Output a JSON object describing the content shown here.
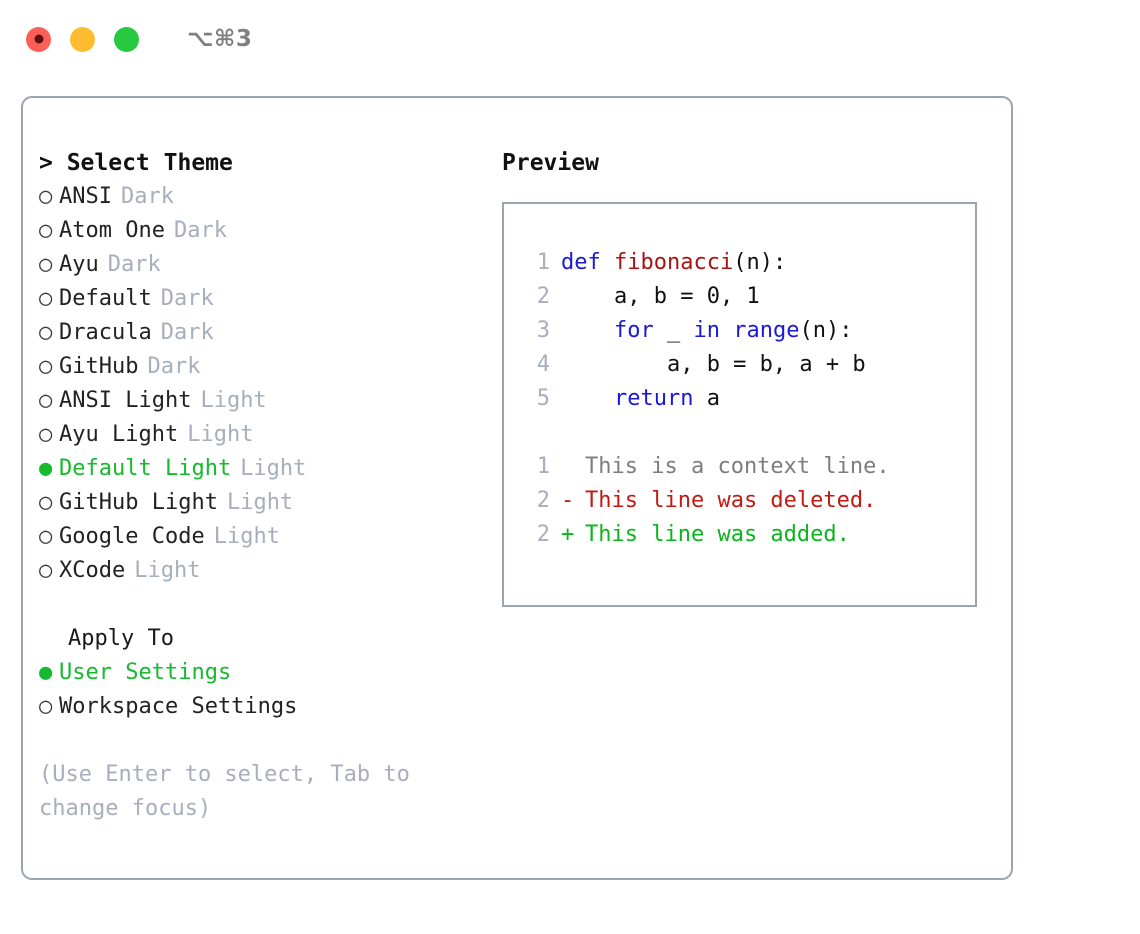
{
  "window": {
    "title": "⌥⌘3",
    "controls": [
      {
        "name": "close",
        "color": "#fc5f58"
      },
      {
        "name": "minimize",
        "color": "#fdbc2d"
      },
      {
        "name": "maximize",
        "color": "#27c93f"
      }
    ]
  },
  "theme_picker": {
    "heading": "> Select Theme",
    "items": [
      {
        "bullet": "○",
        "name": "ANSI",
        "kind": "Dark",
        "selected": false
      },
      {
        "bullet": "○",
        "name": "Atom One",
        "kind": "Dark",
        "selected": false
      },
      {
        "bullet": "○",
        "name": "Ayu",
        "kind": "Dark",
        "selected": false
      },
      {
        "bullet": "○",
        "name": "Default",
        "kind": "Dark",
        "selected": false
      },
      {
        "bullet": "○",
        "name": "Dracula",
        "kind": "Dark",
        "selected": false
      },
      {
        "bullet": "○",
        "name": "GitHub",
        "kind": "Dark",
        "selected": false
      },
      {
        "bullet": "○",
        "name": "ANSI Light",
        "kind": "Light",
        "selected": false
      },
      {
        "bullet": "○",
        "name": "Ayu Light",
        "kind": "Light",
        "selected": false
      },
      {
        "bullet": "●",
        "name": "Default Light",
        "kind": "Light",
        "selected": true
      },
      {
        "bullet": "○",
        "name": "GitHub Light",
        "kind": "Light",
        "selected": false
      },
      {
        "bullet": "○",
        "name": "Google Code",
        "kind": "Light",
        "selected": false
      },
      {
        "bullet": "○",
        "name": "XCode",
        "kind": "Light",
        "selected": false
      }
    ]
  },
  "apply_to": {
    "heading": "Apply To",
    "options": [
      {
        "bullet": "●",
        "label": "User Settings",
        "selected": true
      },
      {
        "bullet": "○",
        "label": "Workspace Settings",
        "selected": false
      }
    ]
  },
  "hint": "(Use Enter to select, Tab to change focus)",
  "preview": {
    "heading": "Preview",
    "code_lines": [
      {
        "no": "1",
        "tokens": [
          {
            "text": "def ",
            "type": "kw"
          },
          {
            "text": "fibonacci",
            "type": "fn"
          },
          {
            "text": "(n):",
            "type": "plain"
          }
        ]
      },
      {
        "no": "2",
        "tokens": [
          {
            "text": "    a, b = 0, 1",
            "type": "plain"
          }
        ]
      },
      {
        "no": "3",
        "tokens": [
          {
            "text": "    ",
            "type": "plain"
          },
          {
            "text": "for",
            "type": "kw"
          },
          {
            "text": " _ ",
            "type": "plain"
          },
          {
            "text": "in",
            "type": "kw"
          },
          {
            "text": " ",
            "type": "plain"
          },
          {
            "text": "range",
            "type": "kw"
          },
          {
            "text": "(n):",
            "type": "plain"
          }
        ]
      },
      {
        "no": "4",
        "tokens": [
          {
            "text": "        a, b = b, a + b",
            "type": "plain"
          }
        ]
      },
      {
        "no": "5",
        "tokens": [
          {
            "text": "    ",
            "type": "plain"
          },
          {
            "text": "return",
            "type": "kw"
          },
          {
            "text": " a",
            "type": "plain"
          }
        ]
      }
    ],
    "diff_lines": [
      {
        "no": "1",
        "sign": " ",
        "text": "This is a context line.",
        "type": "context"
      },
      {
        "no": "2",
        "sign": "-",
        "text": "This line was deleted.",
        "type": "deleted"
      },
      {
        "no": "2",
        "sign": "+",
        "text": "This line was added.",
        "type": "added"
      }
    ]
  },
  "colors": {
    "accent_green": "#17b92e",
    "muted": "#a6afbb",
    "border": "#9aa5b4",
    "keyword_blue": "#1b19d8",
    "function_red": "#a81414",
    "diff_add": "#0bb51d",
    "diff_del": "#c21a12"
  }
}
